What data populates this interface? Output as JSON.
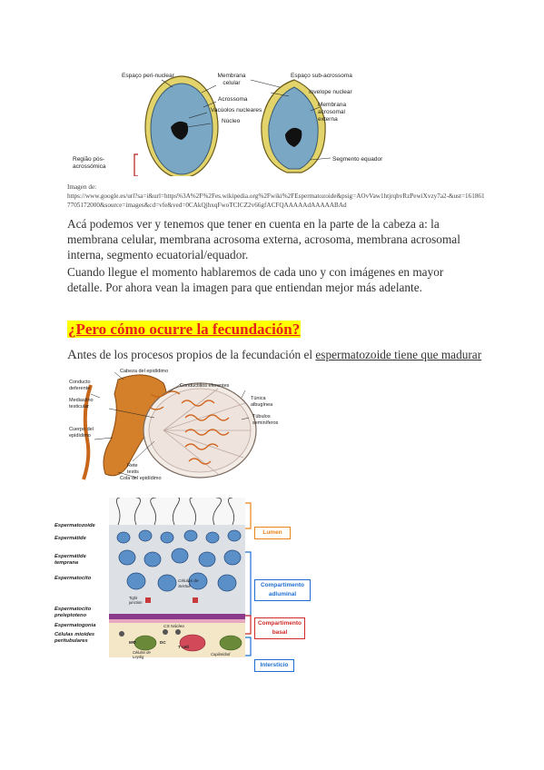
{
  "figure1": {
    "labels": {
      "perinuclear_space": "Espaço peri-nuclear",
      "cell_membrane": "Membrana celular",
      "acrosome": "Acrossoma",
      "nuclear_vacuoles": "Vacúolos nucleares",
      "nucleus": "Núcleo",
      "postacrosomal_region": "Região pós-acrossómica",
      "subacrosomal_space": "Espaço sub-acrossoma",
      "nuclear_envelope": "Invelope nuclear",
      "outer_acrosomal_membrane": "Membrana acrosomal externa",
      "equatorial_segment": "Segmento equador"
    },
    "source_label": "Imagen de:",
    "source_url": "https://www.google.es/url?sa=i&url=https%3A%2F%2Fes.wikipedia.org%2Fwiki%2FEspermatozoide&psig=AOvVaw1htjrqhvRzPewiXvzy7a2-&ust=1618617705172000&source=images&cd=vfe&ved=0CAkQjhxqFwoTCICZ2v66gfACFQAAAAAdAAAAABAd"
  },
  "para1": "Acá podemos ver y tenemos que tener en cuenta en la parte de la cabeza a: la membrana celular, membrana acrosoma externa, acrosoma, membrana acrosomal interna, segmento ecuatorial/equador.",
  "para2": "Cuando llegue el momento hablaremos de cada uno y con imágenes en mayor detalle. Por ahora vean la imagen para que entiendan mejor más adelante.",
  "heading": "¿Pero cómo ocurre la fecundación?",
  "intro": {
    "first_letter": "A",
    "text": "ntes de los procesos propios de la fecundación el ",
    "underlined": "espermatozoide tiene que madurar"
  },
  "figure2": {
    "labels": {
      "epididymis_head": "Cabeza del epidídimo",
      "vas_deferens": "Conducto deferente",
      "mediastinum": "Mediastino testicular",
      "epididymis_body": "Cuerpo del epidídimo",
      "efferent_ducts": "Conductillos eferentes",
      "tunica": "Túnica albugínea",
      "seminiferous": "Túbulos seminíferos",
      "rete": "Rete testis",
      "epididymis_tail": "Cola del epidídimo"
    }
  },
  "figure3": {
    "left_labels": {
      "spermatozoon": "Espermatozoide",
      "spermatid": "Espermátide",
      "early_spermatid": "Espermátide temprana",
      "spermatocyte": "Espermatocito",
      "preleptotene": "Espermatocito preleptoteno",
      "spermatogonia": "Espermatogonia",
      "myoid": "Células mioides peritubulares"
    },
    "inner_labels": {
      "sertoli": "Células de Sertoli",
      "tight": "Tight junction",
      "cs_nucleus": "CS Núcleo",
      "mo": "MΦ",
      "dc": "DC",
      "tcell": "T cell",
      "leydig": "Células de Leydig",
      "capillary": "Capilaridad"
    },
    "compartments": {
      "lumen": "Lumen",
      "adluminal": "Compartimento adluminal",
      "basal": "Compartimento basal",
      "interstitium": "Intersticio"
    },
    "colors": {
      "lumen": "#e8841a",
      "adluminal": "#1f6fd1",
      "basal": "#d12a2a",
      "interstitium": "#1f6fd1"
    }
  }
}
